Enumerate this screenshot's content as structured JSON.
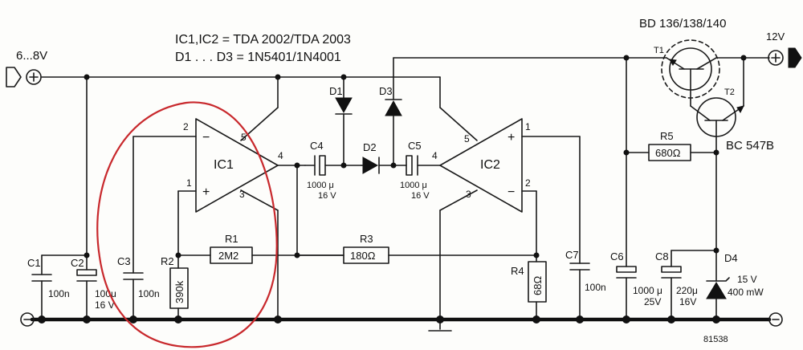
{
  "header": {
    "line1": "IC1,IC2 = TDA 2002/TDA 2003",
    "line2": "D1 . . . D3 = 1N5401/1N4001"
  },
  "terminals": {
    "input": "6...8V",
    "output": "12V"
  },
  "transistors": {
    "t1_label": "T1",
    "t1_type": "BD 136/138/140",
    "t2_label": "T2",
    "t2_type": "BC 547B"
  },
  "ic1": {
    "label": "IC1",
    "pin_inv": "2",
    "pin_noninv": "1",
    "pin_out": "4",
    "pin_vcc": "5",
    "pin_gnd": "3",
    "sign_minus": "−",
    "sign_plus": "+"
  },
  "ic2": {
    "label": "IC2",
    "pin_noninv": "1",
    "pin_inv": "2",
    "pin_out": "4",
    "pin_vcc": "5",
    "pin_gnd": "3",
    "sign_minus": "−",
    "sign_plus": "+"
  },
  "diodes": {
    "d1": "D1",
    "d2": "D2",
    "d3": "D3",
    "d4": "D4",
    "d4_value1": "15 V",
    "d4_value2": "400 mW"
  },
  "capacitors": {
    "c1": "C1",
    "c1_value": "100n",
    "c2": "C2",
    "c2_value": "100μ",
    "c2_volt": "16 V",
    "c3": "C3",
    "c3_value": "100n",
    "c4": "C4",
    "c4_value": "1000 μ",
    "c4_volt": "16 V",
    "c5": "C5",
    "c5_value": "1000 μ",
    "c5_volt": "16 V",
    "c6": "C6",
    "c6_value": "1000 μ",
    "c6_volt": "25V",
    "c7": "C7",
    "c7_value": "100n",
    "c8": "C8",
    "c8_value": "220μ",
    "c8_volt": "16V"
  },
  "resistors": {
    "r1": "R1",
    "r1_value": "2M2",
    "r2": "R2",
    "r2_value": "390k",
    "r3": "R3",
    "r3_value": "180Ω",
    "r4": "R4",
    "r4_value": "68Ω",
    "r5": "R5",
    "r5_value": "680Ω"
  },
  "footer": {
    "ref": "81538"
  },
  "colors": {
    "ink": "#1a1a1a",
    "annotation": "#c8282c",
    "paper": "#fdfdfb"
  }
}
